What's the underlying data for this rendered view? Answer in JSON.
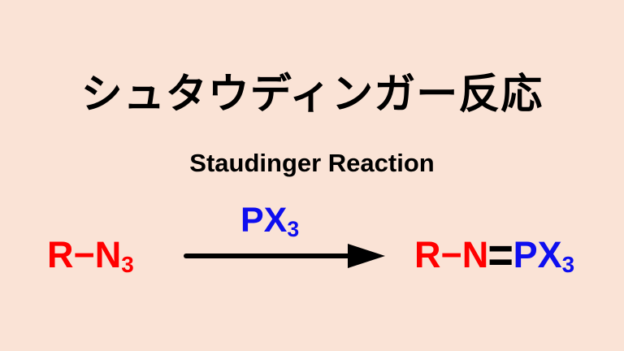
{
  "colors": {
    "background": "#fae3d6",
    "red": "#ff0000",
    "blue": "#0e0eef",
    "black": "#000000"
  },
  "title": {
    "japanese": "シュタウディンガー反応",
    "english": "Staudinger Reaction"
  },
  "reaction": {
    "reactant": {
      "formula": "R−N",
      "subscript": "3"
    },
    "reagent": {
      "formula": "PX",
      "subscript": "3"
    },
    "arrow": "right-arrow",
    "product": {
      "left": "R−N",
      "double_bond": "=",
      "right": "PX",
      "subscript": "3"
    }
  }
}
